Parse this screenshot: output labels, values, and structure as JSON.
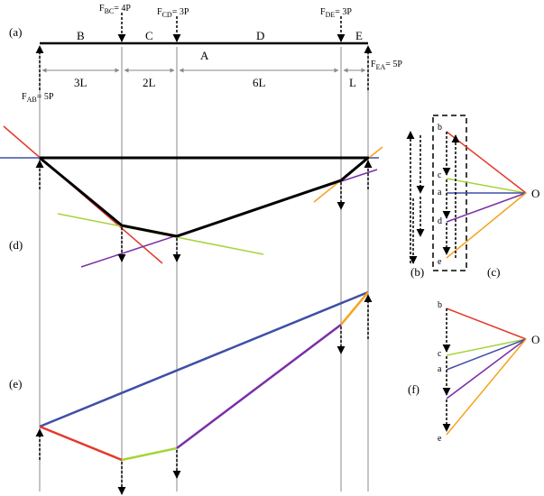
{
  "panels": {
    "a": "(a)",
    "b": "(b)",
    "c": "(c)",
    "d": "(d)",
    "e": "(e)",
    "f": "(f)"
  },
  "forces": {
    "bc": {
      "main": "F",
      "sub": "BC",
      "rest": "= 4P"
    },
    "cd": {
      "main": "F",
      "sub": "CD",
      "rest": "= 3P"
    },
    "de": {
      "main": "F",
      "sub": "DE",
      "rest": "= 3P"
    },
    "ea": {
      "main": "F",
      "sub": "EA",
      "rest": "= 5P"
    },
    "ab": {
      "main": "F",
      "sub": "AB",
      "rest": "= 5P"
    }
  },
  "spaces": {
    "B": "B",
    "C": "C",
    "D": "D",
    "E": "E",
    "A": "A"
  },
  "spans": {
    "s1": "3L",
    "s2": "2L",
    "s3": "6L",
    "s4": "L"
  },
  "polygon_points": {
    "b": "b",
    "c": "c",
    "a": "a",
    "d": "d",
    "e": "e",
    "O": "O"
  },
  "polygon_points_f": {
    "b": "b",
    "c": "c",
    "a": "a",
    "e": "e",
    "O": "O"
  },
  "colors": {
    "red": "#e53a2a",
    "green": "#a6d43a",
    "blue": "#3f4fa6",
    "purple": "#7a2fa8",
    "orange": "#f7a21b",
    "black": "#000000",
    "gray": "#8a8a8a"
  }
}
